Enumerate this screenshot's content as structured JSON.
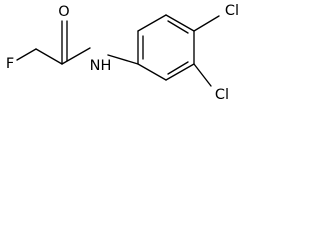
{
  "molecule": {
    "atoms": {
      "fluorine": "F",
      "oxygen": "O",
      "amide_nitrogen": "N",
      "amide_hydrogen": "H",
      "chlorine_para": "Cl",
      "chlorine_meta": "Cl"
    }
  }
}
